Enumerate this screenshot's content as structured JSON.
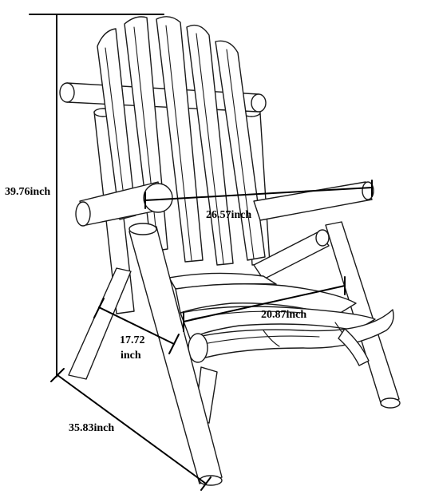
{
  "labels": {
    "height": "39.76inch",
    "width_arms": "26.57inch",
    "seat_width": "20.87inch",
    "seat_depth_value": "17.72",
    "seat_depth_unit": "inch",
    "depth": "35.83inch"
  }
}
